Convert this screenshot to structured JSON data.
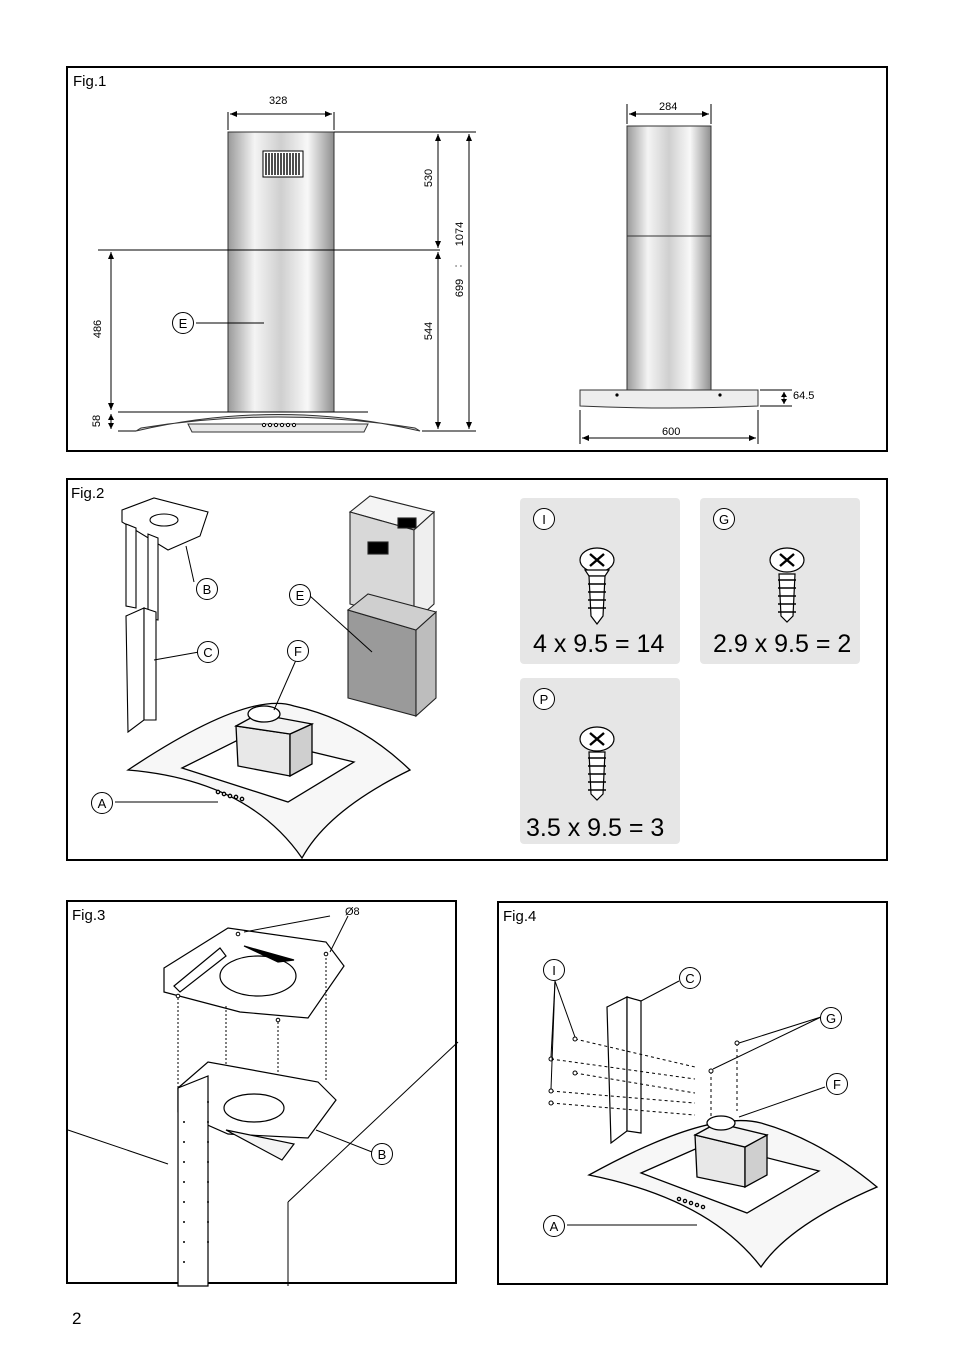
{
  "page_number": "2",
  "fig1": {
    "label": "Fig.1",
    "dims": {
      "top_width": "328",
      "side_width": "284",
      "upper_height": "530",
      "total_height": "1074",
      "range_sep": ":",
      "min_height": "699",
      "lower_height": "544",
      "chimney_height": "486",
      "glass_height": "58",
      "base_height": "64.5",
      "base_width": "600"
    },
    "callout_E": "E"
  },
  "fig2": {
    "label": "Fig.2",
    "callouts": {
      "B": "B",
      "C": "C",
      "E": "E",
      "F": "F",
      "A": "A"
    },
    "screws": [
      {
        "letter": "I",
        "formula": "4 x 9.5 = 14"
      },
      {
        "letter": "G",
        "formula": "2.9 x 9.5 = 2"
      },
      {
        "letter": "P",
        "formula": "3.5 x 9.5 =  3"
      }
    ]
  },
  "fig3": {
    "label": "Fig.3",
    "hole_label": "Ø8",
    "callout_B": "B"
  },
  "fig4": {
    "label": "Fig.4",
    "callouts": {
      "I": "I",
      "C": "C",
      "G": "G",
      "F": "F",
      "A": "A"
    }
  }
}
